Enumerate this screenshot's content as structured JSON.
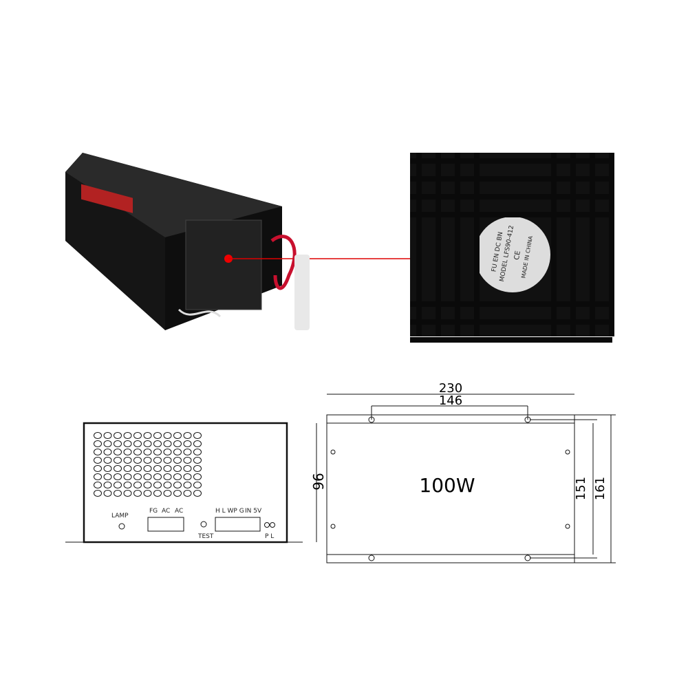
{
  "photo": {
    "label_plate_color": "#b22222",
    "body_color": "#1a1a1a",
    "cable_color": "#c8102e"
  },
  "fan_closeup": {
    "fan_text": [
      "FU EN DC BN",
      "MODEL LFS90-412",
      "CE",
      "MADE IN CHINA"
    ]
  },
  "front_view": {
    "height_dim": "96",
    "labels": {
      "lamp": "LAMP",
      "fg": "FG",
      "ac1": "AC",
      "ac2": "AC",
      "test": "TEST",
      "hlwpg": "H L WP G",
      "in5v": "IN 5V",
      "pl": "P L"
    }
  },
  "top_view": {
    "power": "100W",
    "width_dim": "230",
    "hole_spacing": "146",
    "inner_height": "151",
    "outer_height": "161"
  }
}
